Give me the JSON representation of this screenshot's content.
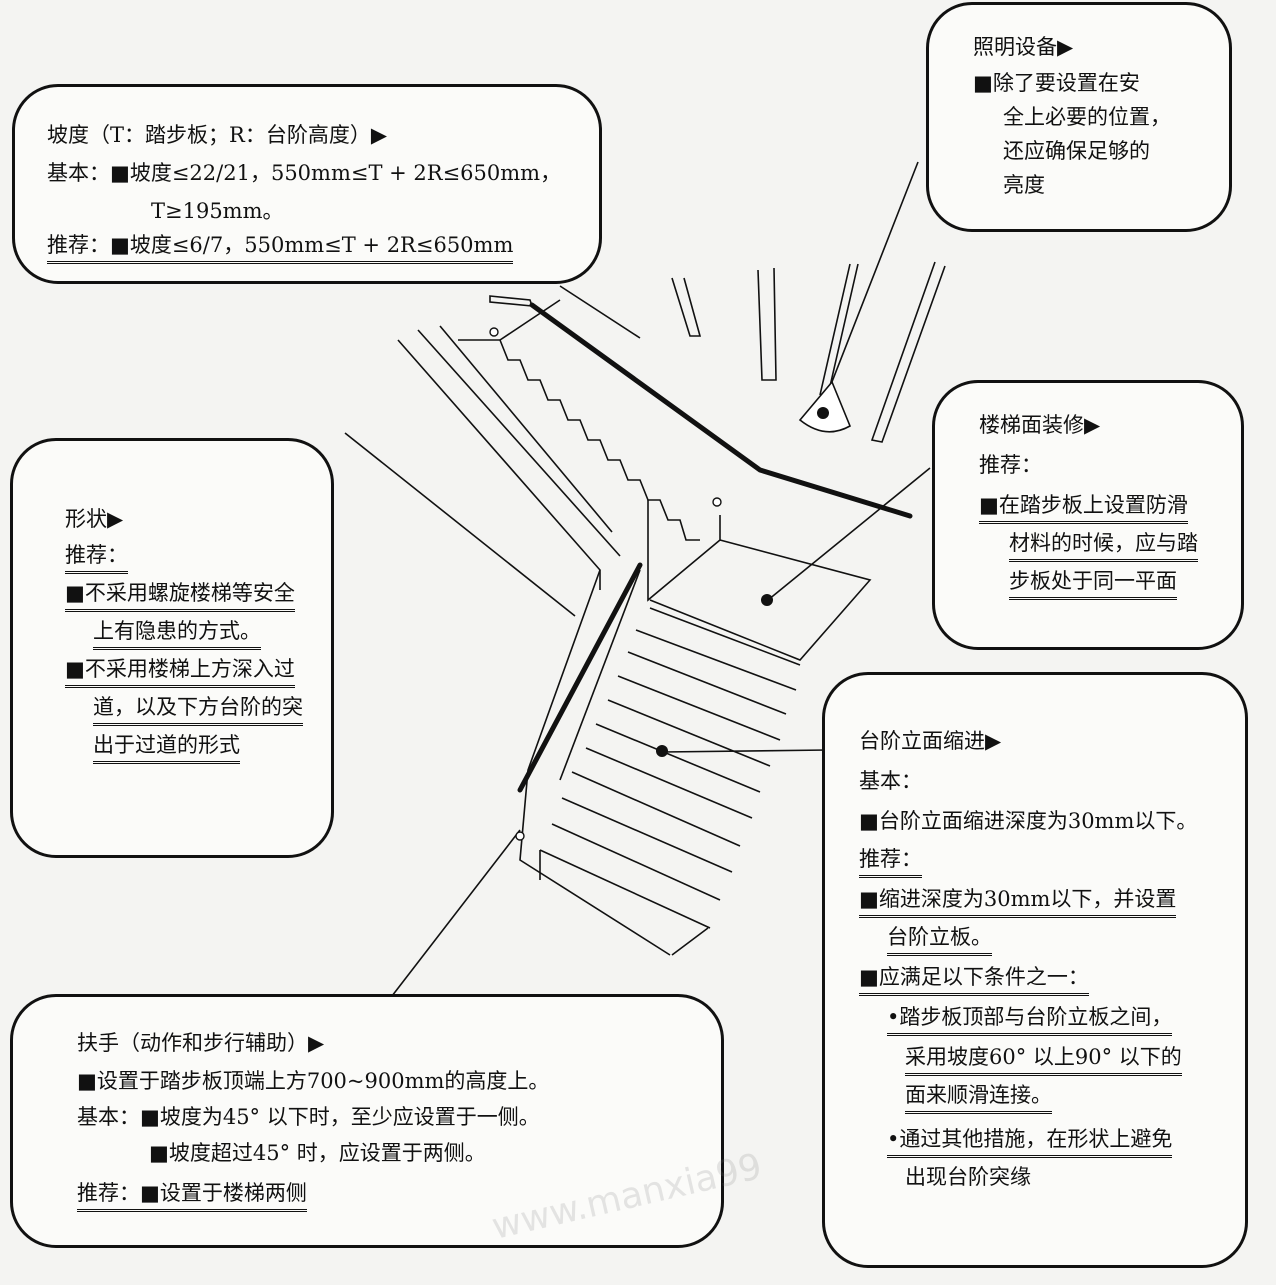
{
  "slope": {
    "title": "坡度（T：踏步板；R：台阶高度）▶",
    "line1": "基本：■坡度≤22/21，550mm≤T + 2R≤650mm，",
    "line2": "T≥195mm。",
    "line3": "推荐：■坡度≤6/7，550mm≤T + 2R≤650mm"
  },
  "lighting": {
    "title": "照明设备▶",
    "line1": "■除了要设置在安",
    "line2": "全上必要的位置，",
    "line3": "还应确保足够的",
    "line4": "亮度"
  },
  "shape": {
    "title": "形状▶",
    "rec": "推荐：",
    "line1": "■不采用螺旋楼梯等安全",
    "line2": "上有隐患的方式。",
    "line3": "■不采用楼梯上方深入过",
    "line4": "道，以及下方台阶的突",
    "line5": "出于过道的形式"
  },
  "finish": {
    "title": "楼梯面装修▶",
    "rec": "推荐：",
    "line1": "■在踏步板上设置防滑",
    "line2": "材料的时候，应与踏",
    "line3": "步板处于同一平面"
  },
  "riser": {
    "title": "台阶立面缩进▶",
    "basic": "基本：",
    "line1": "■台阶立面缩进深度为30mm以下。",
    "rec": "推荐：",
    "line2": "■缩进深度为30mm以下，并设置",
    "line3": "台阶立板。",
    "line4": "■应满足以下条件之一：",
    "line5": "•踏步板顶部与台阶立板之间，",
    "line6": "采用坡度60° 以上90° 以下的",
    "line7": "面来顺滑连接。",
    "line8": "•通过其他措施，在形状上避免",
    "line9": "出现台阶突缘"
  },
  "handrail": {
    "title": "扶手（动作和步行辅助）▶",
    "line1": "■设置于踏步板顶端上方700~900mm的高度上。",
    "line2": "基本：■坡度为45° 以下时，至少应设置于一侧。",
    "line3": "■坡度超过45° 时，应设置于两侧。",
    "line4": "推荐：■设置于楼梯两侧"
  },
  "watermark": "www.manxia99"
}
